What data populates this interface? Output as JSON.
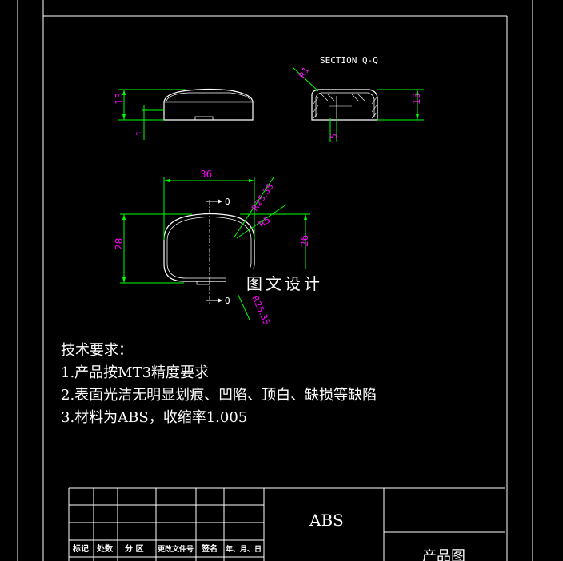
{
  "section_title": "SECTION Q-Q",
  "dims": {
    "d13_left": "13",
    "d1": "1",
    "r1": "R1",
    "d13_right": "13",
    "d5": "5",
    "d36": "36",
    "r_top": "R25.35",
    "r5": "R5",
    "d28": "28",
    "d26": "26",
    "r_bottom": "R25.35",
    "q_top": "Q",
    "q_bottom": "Q"
  },
  "watermark": "图文设计",
  "tech": {
    "heading": "技术要求：",
    "line1": "1.产品按MT3精度要求",
    "line2": "2.表面光洁无明显划痕、凹陷、顶白、缺损等缺陷",
    "line3": "3.材料为ABS，收缩率1.005"
  },
  "title_block": {
    "h1": "标记",
    "h2": "处数",
    "h3": "分 区",
    "h4": "更改文件号",
    "h5": "签名",
    "h6": "年、月、日",
    "material": "ABS",
    "product": "产品图"
  },
  "colors": {
    "background": "#000000",
    "line": "#ffffff",
    "dimension": "#00ff00",
    "dim_text": "#ff00ff"
  }
}
